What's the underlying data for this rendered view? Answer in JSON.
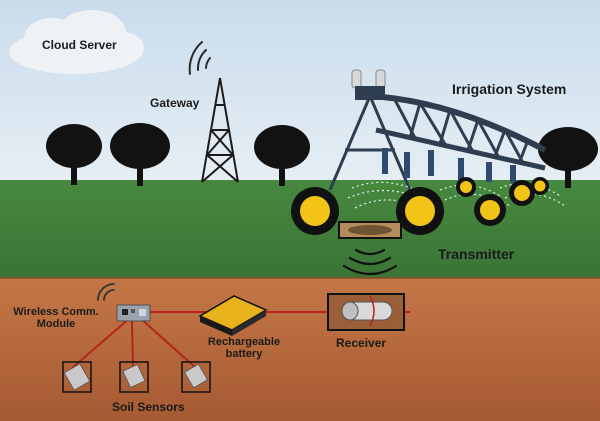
{
  "labels": {
    "cloud_server": "Cloud Server",
    "gateway": "Gateway",
    "irrigation_system": "Irrigation System",
    "transmitter": "Transmitter",
    "wireless_module_line1": "Wireless Comm.",
    "wireless_module_line2": "Module",
    "battery_line1": "Rechargeable",
    "battery_line2": "battery",
    "receiver": "Receiver",
    "soil_sensors": "Soil Sensors"
  },
  "colors": {
    "sky_top": "#cfe0ee",
    "sky_bottom": "#e3edf4",
    "grass": "#3f7f3a",
    "grass_dark": "#2f6a2c",
    "soil_top": "#c97a4a",
    "soil_bottom": "#a95b32",
    "tree": "#111111",
    "wheel_yellow": "#f2c417",
    "battery_yellow": "#e8b21c",
    "wire_red": "#b8221c",
    "frame_dark": "#2e3d4f"
  },
  "icons": [
    "cloud-icon",
    "tower-icon",
    "signal-icon",
    "tree-icon",
    "wheel-icon",
    "sensor-icon",
    "battery-icon",
    "receiver-icon"
  ]
}
